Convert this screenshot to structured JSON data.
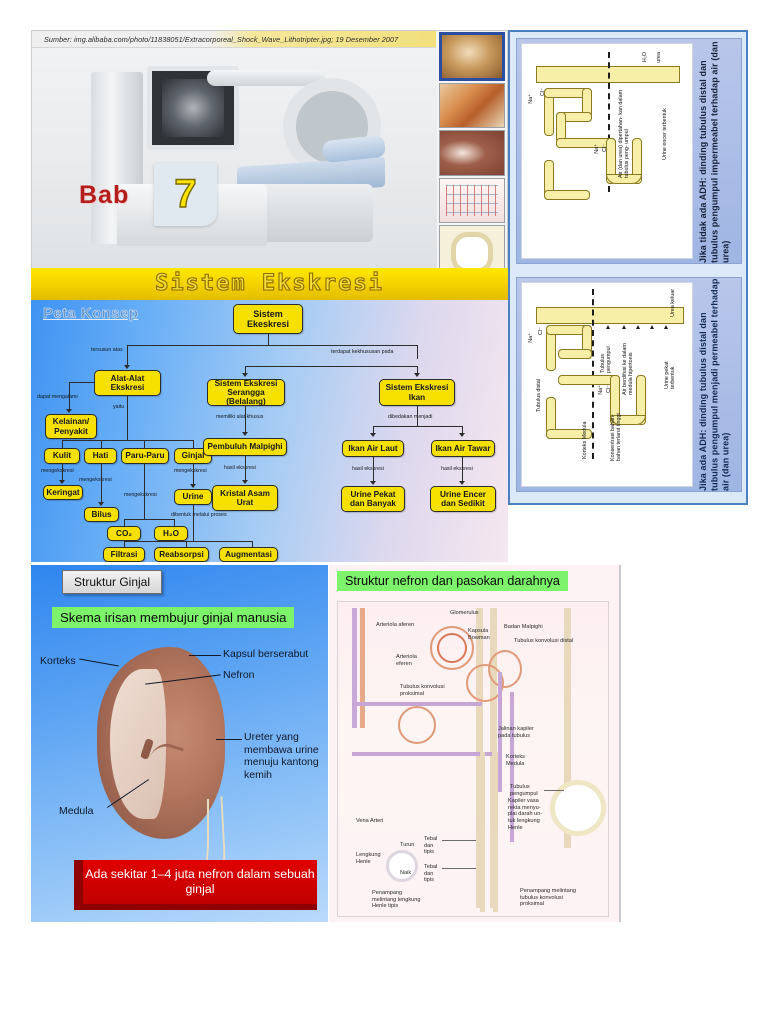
{
  "source": {
    "text": "Sumber: img.alibaba.com/photo/11838051/Extracorporeal_Shock_Wave_Lithotripter.jpg; 19 Desember 2007"
  },
  "chapter": {
    "label": "Bab",
    "number": "7"
  },
  "title_banner": {
    "text": "Sistem  Ekskresi"
  },
  "concept_map": {
    "heading": "Peta Konsep",
    "nodes": {
      "root": "Sistem Ekeskresi",
      "alat": "Alat-Alat Ekskresi",
      "kelainan": "Kelainan/ Penyakit",
      "kulit": "Kulit",
      "hati": "Hati",
      "paru": "Paru-Paru",
      "ginjal": "Ginjal",
      "keringat": "Keringat",
      "bilus": "Bilus",
      "co2": "CO₂",
      "h2o": "H₂O",
      "urine": "Urine",
      "filtrasi": "Filtrasi",
      "reabsorpsi": "Reabsorpsi",
      "augmentasi": "Augmentasi",
      "serangga": "Sistem Ekskresi Serangga (Belalang)",
      "malpighi": "Pembuluh Malpighi",
      "kristal": "Kristal Asam Urat",
      "ikan": "Sistem Ekskresi Ikan",
      "ikan_laut": "Ikan Air Laut",
      "ikan_tawar": "Ikan Air Tawar",
      "urine_pekat": "Urine Pekat dan Banyak",
      "urine_encer": "Urine Encer dan Sedikit"
    },
    "edge_labels": {
      "tersusun": "tersusun atas",
      "terdapat": "terdapat kekhususan pada",
      "dapat": "dapat mengalami",
      "yaitu": "yaitu",
      "mengekskresi1": "mengekskresi",
      "mengekskresi2": "mengekskresi",
      "mengekskresi3": "mengekskresi",
      "mengekskresi4": "mengekskresi",
      "dibentuk": "dibentuk melalui proses",
      "memiliki": "memiliki alat khusus",
      "hasil1": "hasil ekskresi",
      "dibedakan": "dibedakan menjadi",
      "hasil2": "hasil ekskresi",
      "hasil3": "hasil ekskresi"
    }
  },
  "adh_panel": {
    "diagram1": {
      "caption": "Jika tidak ada ADH: dinding tubulus distal dan tubulus pengumpul impermeabel terhadap air (dan urea)",
      "labels": {
        "h2o": "H₂O",
        "urea": "urea",
        "na": "Na⁺",
        "cl": "Cl⁻",
        "na2": "Na⁺",
        "cl2": "Cl⁻",
        "air_dipertahankan": "Air (dan urea) dipertahan- kan dalam tubulus peng- umpul",
        "urine_encer": "Urine encer terbentuk"
      }
    },
    "diagram2": {
      "caption": "Jika ada ADH: dinding tubulus distal dan tubulus pengumpul menjadi permeabel terhadap air (dan urea)",
      "labels": {
        "urea_keluar": "Urea keluar",
        "na": "Na⁺",
        "cl": "Cl⁻",
        "na2": "Na⁺",
        "cl2": "Cl⁻",
        "tubulus_distal": "Tubulus distal",
        "korteks_medula": "Korteks Medula",
        "tubulus_pengumpul": "Tubulus pengumpul",
        "air_berdifusi": "Air berdifusi ke dalam medula hipertonis",
        "konsentrasi": "Konsentrasi bahan-bahan terlarut tinggi",
        "urine_pekat": "Urine pekat terbentuk"
      }
    }
  },
  "kidney_section": {
    "button": "Struktur Ginjal",
    "green_title": "Skema irisan membujur ginjal manusia",
    "labels": {
      "korteks": "Korteks",
      "kapsul": "Kapsul berserabut",
      "nefron": "Nefron",
      "ureter": "Ureter yang membawa urine menuju kantong kemih",
      "medula": "Medula"
    },
    "red_note": "Ada sekitar 1–4 juta nefron dalam sebuah ginjal"
  },
  "nephron_section": {
    "green_title": "Struktur nefron dan pasokan darahnya",
    "labels": {
      "glomerulus": "Glomerulus",
      "arteriola_aferen": "Arteriola aferen",
      "kapsula_bowman": "Kapsula Bowman",
      "badan_malpighi": "Badan Malpighi",
      "tubulus_distal": "Tubulus konvolusi distal",
      "arteriola_eferen": "Arteriola eferen",
      "tubulus_proksimal": "Tubulus konvolusi proksimal",
      "jalinan_kapiler": "Jalinan kapiler pada tubulus",
      "korteks_medula": "Korteks Medula",
      "tubulus_pengumpul": "Tubulus pengumpul",
      "vena_arteri": "Vena Arteri",
      "lengkung_henle": "Lengkung Henle",
      "turun": "Turun",
      "naik": "Naik",
      "tebal_tipis1": "Tebal dan tipis",
      "tebal_tipis2": "Tebal dan tipis",
      "kapiler_vasa": "Kapiler vasa rekta menyu- plai darah un- tuk lengkung Henle",
      "penampang_henle": "Penampang melintang lengkung Henle tipis",
      "penampang_tubulus": "Penampang melintang tubulus konvolusi proksimal"
    }
  }
}
